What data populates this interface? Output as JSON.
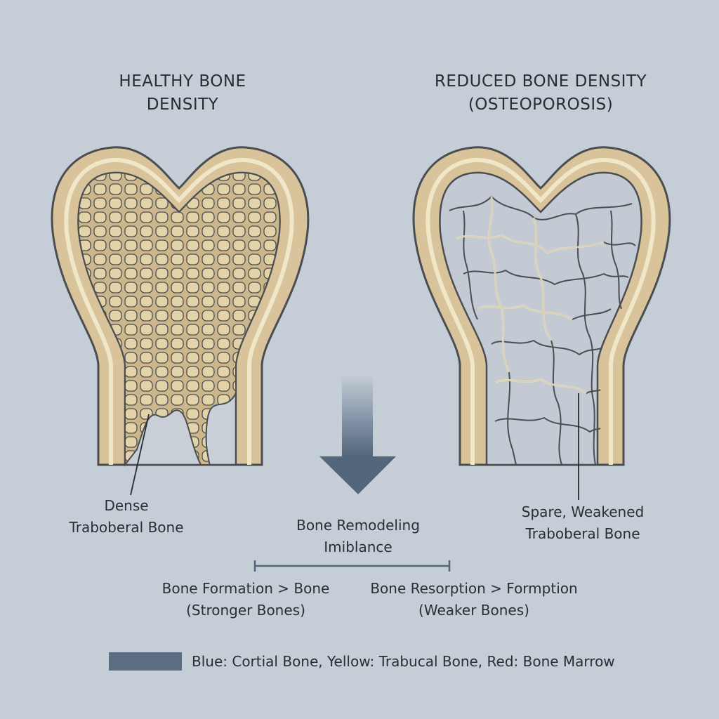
{
  "titles": {
    "left_line1": "HEALTHY BONE",
    "left_line2": "DENSITY",
    "right_line1": "REDUCED BONE DENSITY",
    "right_line2": "(OSTEOPOROSIS)"
  },
  "labels": {
    "dense_line1": "Dense",
    "dense_line2": "Traboberal Bone",
    "spare_line1": "Spare, Weakened",
    "spare_line2": "Traboberal Bone",
    "remodeling_line1": "Bone Remodeling",
    "remodeling_line2": "Imiblance",
    "formation_line1": "Bone Formation > Bone",
    "formation_line2": "(Stronger Bones)",
    "resorption_line1": "Bone Resorption > Formption",
    "resorption_line2": "(Weaker Bones)"
  },
  "legend": {
    "text": "Blue: Cortial Bone, Yellow: Trabucal Bone, Red: Bone Marrow",
    "swatch_color": "#5c6d82"
  },
  "colors": {
    "background": "#c5cdd6",
    "cortical_bone": "#d9c39a",
    "trabecular_fill": "#ede3c2",
    "outline": "#4a4e52",
    "arrow": "#54667c"
  }
}
